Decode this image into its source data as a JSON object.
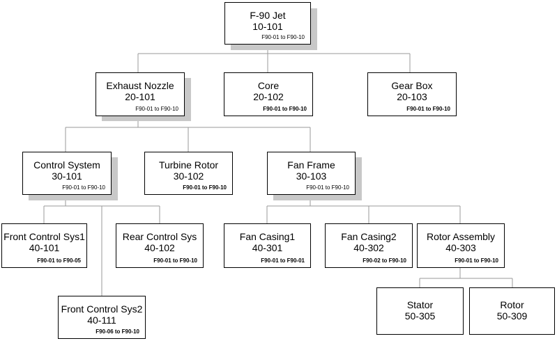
{
  "colors": {
    "line": "#999999",
    "border": "#000000",
    "shadow": "#c8c8c8"
  },
  "nodes": [
    {
      "id": "n10101",
      "name": "F-90 Jet",
      "code": "10-101",
      "effectivity": "F90-01 to F90-10",
      "bold": false,
      "shadow": true,
      "parent": null
    },
    {
      "id": "n20101",
      "name": "Exhaust Nozzle",
      "code": "20-101",
      "effectivity": "F90-01 to F90-10",
      "bold": false,
      "shadow": true,
      "parent": "n10101"
    },
    {
      "id": "n20102",
      "name": "Core",
      "code": "20-102",
      "effectivity": "F90-01 to F90-10",
      "bold": true,
      "shadow": false,
      "parent": "n10101"
    },
    {
      "id": "n20103",
      "name": "Gear Box",
      "code": "20-103",
      "effectivity": "F90-01 to F90-10",
      "bold": true,
      "shadow": false,
      "parent": "n10101"
    },
    {
      "id": "n30101",
      "name": "Control System",
      "code": "30-101",
      "effectivity": "F90-01 to F90-10",
      "bold": false,
      "shadow": true,
      "parent": "n20101"
    },
    {
      "id": "n30102",
      "name": "Turbine Rotor",
      "code": "30-102",
      "effectivity": "F90-01 to F90-10",
      "bold": true,
      "shadow": false,
      "parent": "n20101"
    },
    {
      "id": "n30103",
      "name": "Fan Frame",
      "code": "30-103",
      "effectivity": "F90-01 to F90-10",
      "bold": false,
      "shadow": true,
      "parent": "n20101"
    },
    {
      "id": "n40101",
      "name": "Front Control Sys1",
      "code": "40-101",
      "effectivity": "F90-01 to F90-05",
      "bold": true,
      "shadow": false,
      "parent": "n30101"
    },
    {
      "id": "n40102",
      "name": "Rear Control Sys",
      "code": "40-102",
      "effectivity": "F90-01 to F90-10",
      "bold": true,
      "shadow": false,
      "parent": "n30101"
    },
    {
      "id": "n40111",
      "name": "Front Control Sys2",
      "code": "40-111",
      "effectivity": "F90-06 to F90-10",
      "bold": true,
      "shadow": false,
      "parent": "n30101"
    },
    {
      "id": "n40301",
      "name": "Fan Casing1",
      "code": "40-301",
      "effectivity": "F90-01 to F90-01",
      "bold": true,
      "shadow": false,
      "parent": "n30103"
    },
    {
      "id": "n40302",
      "name": "Fan Casing2",
      "code": "40-302",
      "effectivity": "F90-02 to F90-10",
      "bold": true,
      "shadow": false,
      "parent": "n30103"
    },
    {
      "id": "n40303",
      "name": "Rotor Assembly",
      "code": "40-303",
      "effectivity": "F90-01 to F90-10",
      "bold": true,
      "shadow": false,
      "parent": "n30103"
    },
    {
      "id": "n50305",
      "name": "Stator",
      "code": "50-305",
      "effectivity": "",
      "bold": false,
      "shadow": false,
      "parent": "n40303"
    },
    {
      "id": "n50309",
      "name": "Rotor",
      "code": "50-309",
      "effectivity": "",
      "bold": false,
      "shadow": false,
      "parent": "n40303"
    }
  ]
}
